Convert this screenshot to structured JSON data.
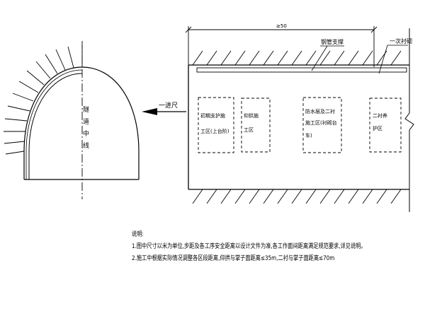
{
  "section_view": {
    "centerline_label": "隧道中线"
  },
  "direction_label": "一进尺",
  "plan_view": {
    "top_dimension_label": "≥50",
    "pipe_label": "钢管支撑",
    "pipe_end_label": "一次衬砌",
    "work_zones": [
      {
        "label_line1": "初期支护施",
        "label_line2": "工区(上台阶)"
      },
      {
        "label_line1": "仰拱施",
        "label_line2": "工区"
      },
      {
        "label_line1": "防水层及二衬",
        "label_line2": "施工区(衬砌台",
        "label_line3": "车)"
      },
      {
        "label_line1": "二衬养",
        "label_line2": "护区"
      }
    ]
  },
  "notes": {
    "title": "说明:",
    "line1": "1.图中尺寸以米为单位,步距及各工序安全距离以设计文件为准,各工作面间距离满足规范要求,详见说明。",
    "line2": "2.施工中根据实际情况调整各区段距离,仰拱与掌子面距离≤35m,二衬与掌子面距离≤70m"
  }
}
